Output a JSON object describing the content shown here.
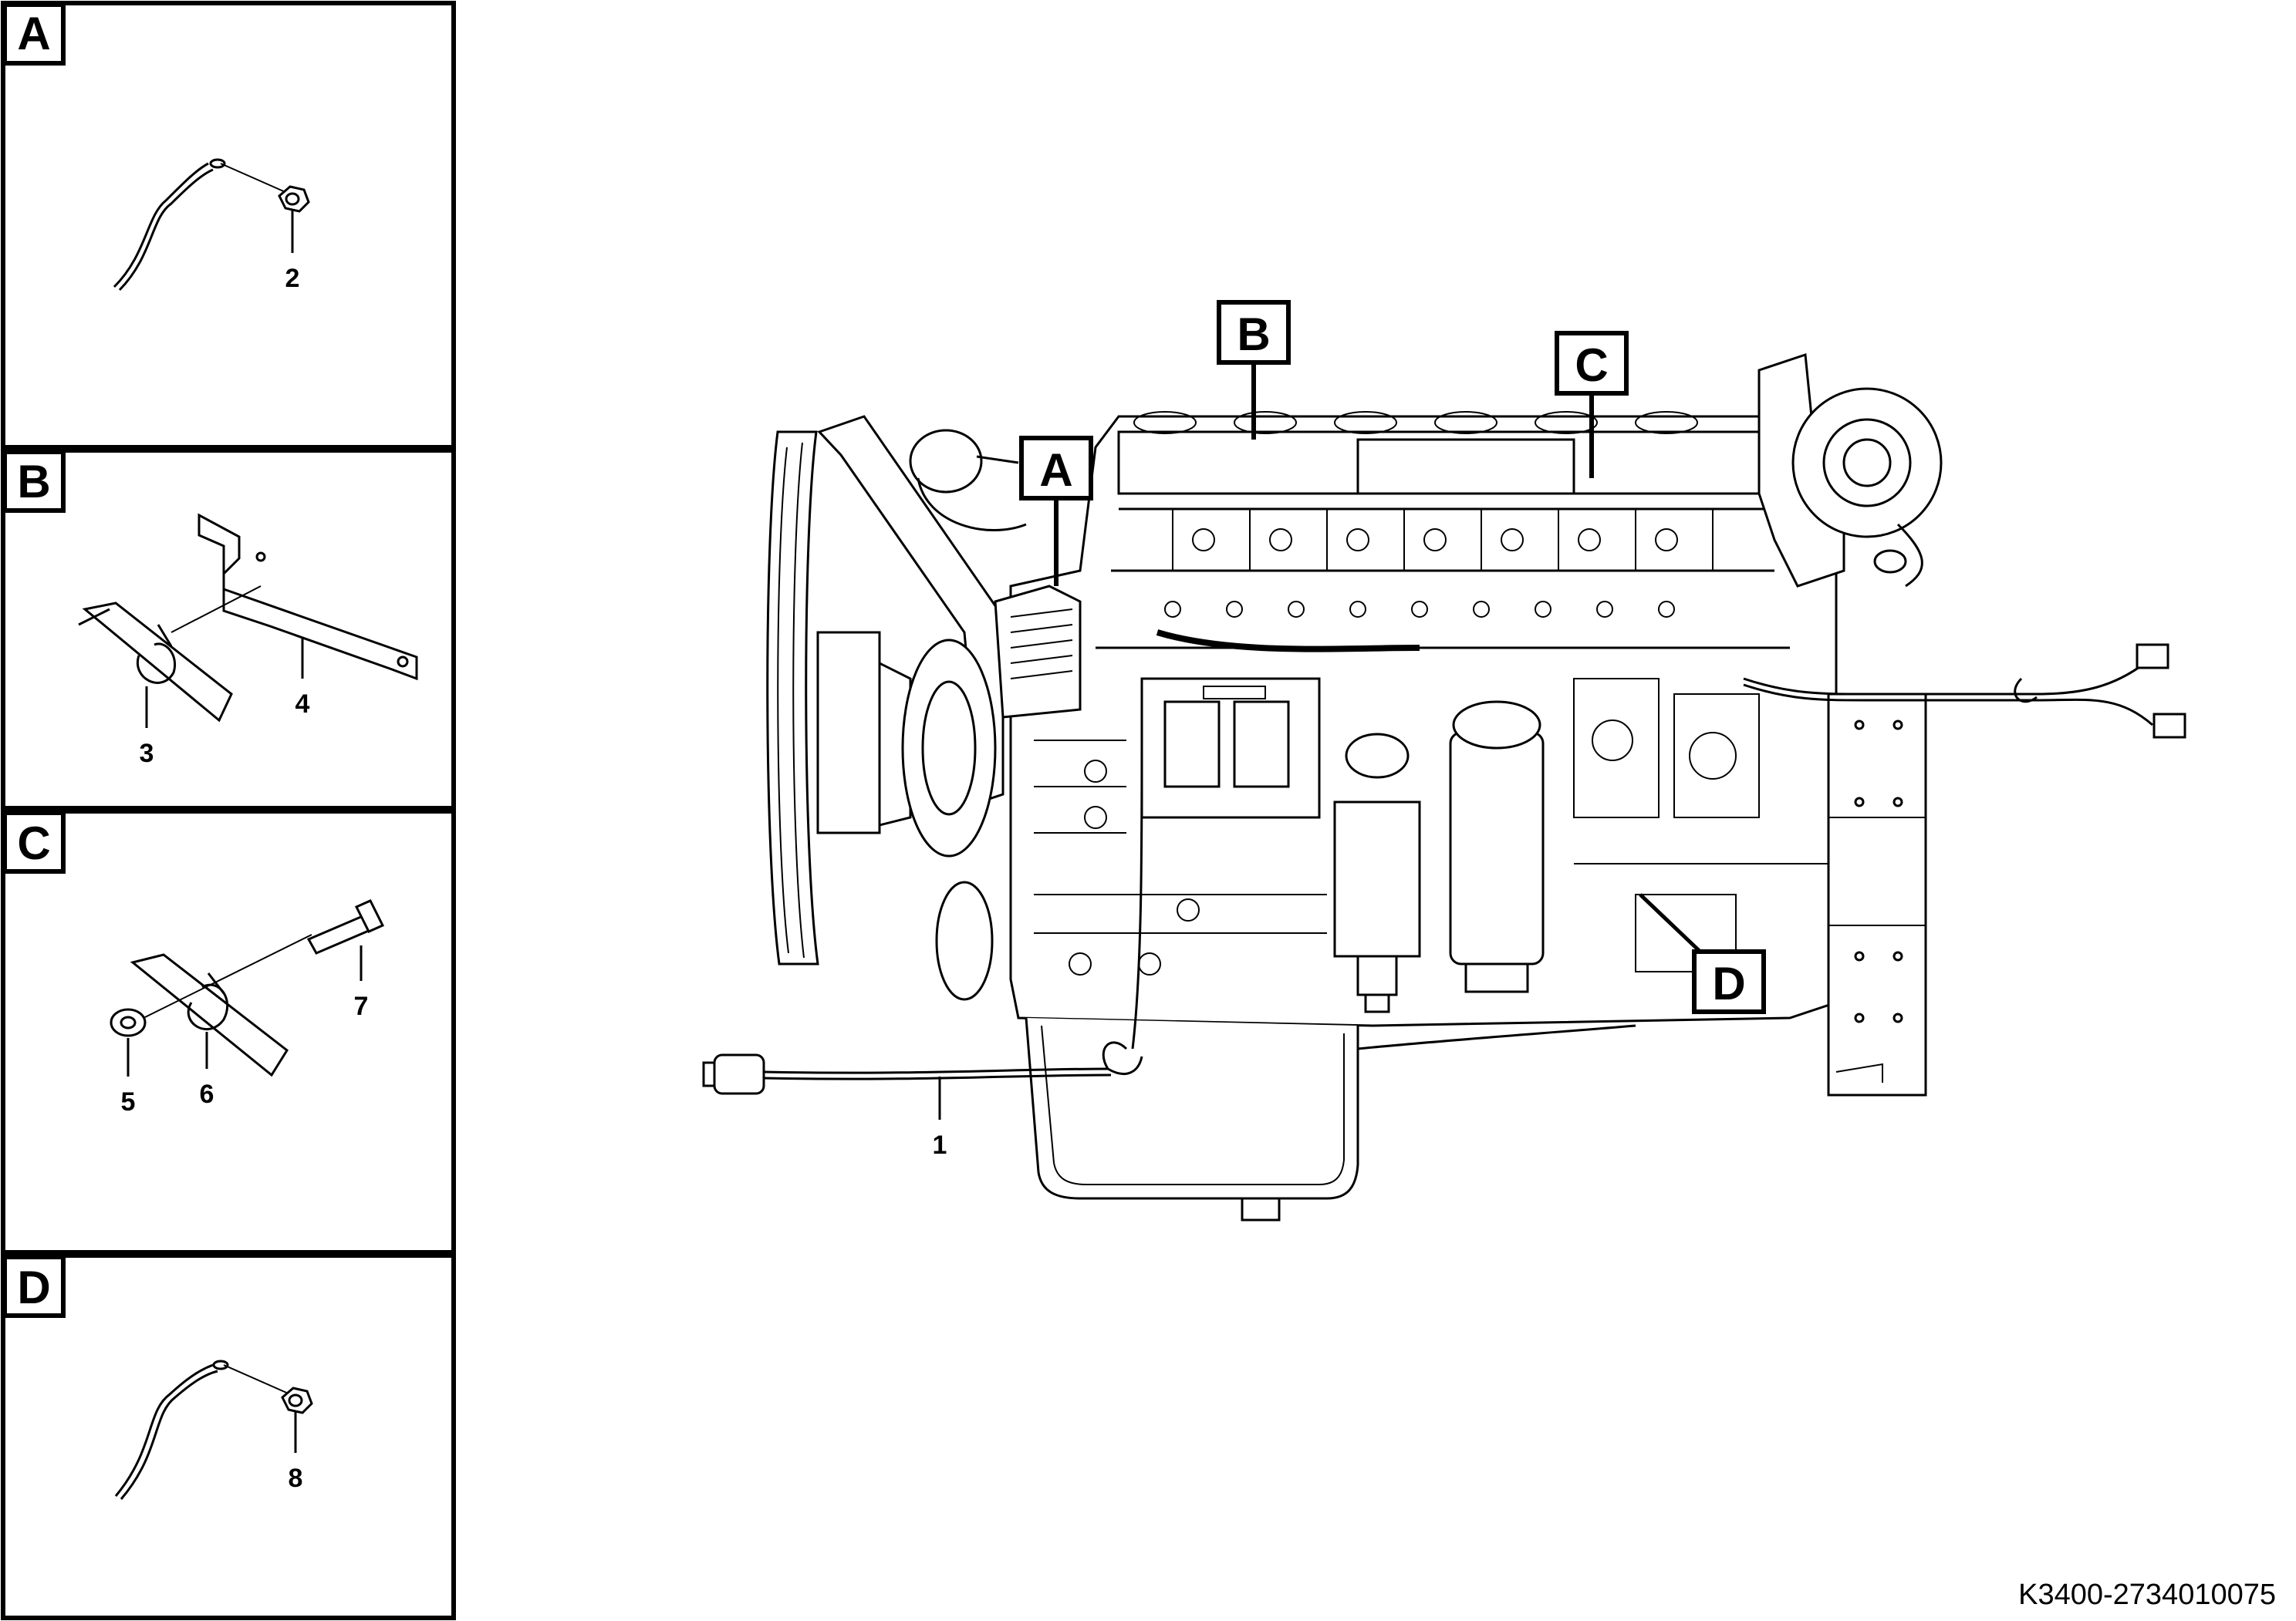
{
  "panels": [
    {
      "letter": "A",
      "callouts": [
        "2"
      ]
    },
    {
      "letter": "B",
      "callouts": [
        "3",
        "4"
      ]
    },
    {
      "letter": "C",
      "callouts": [
        "5",
        "6",
        "7"
      ]
    },
    {
      "letter": "D",
      "callouts": [
        "8"
      ]
    }
  ],
  "main": {
    "tags": [
      "A",
      "B",
      "C",
      "D"
    ],
    "callout_1": "1"
  },
  "footer": {
    "reference_code": "K3400-2734010075"
  }
}
